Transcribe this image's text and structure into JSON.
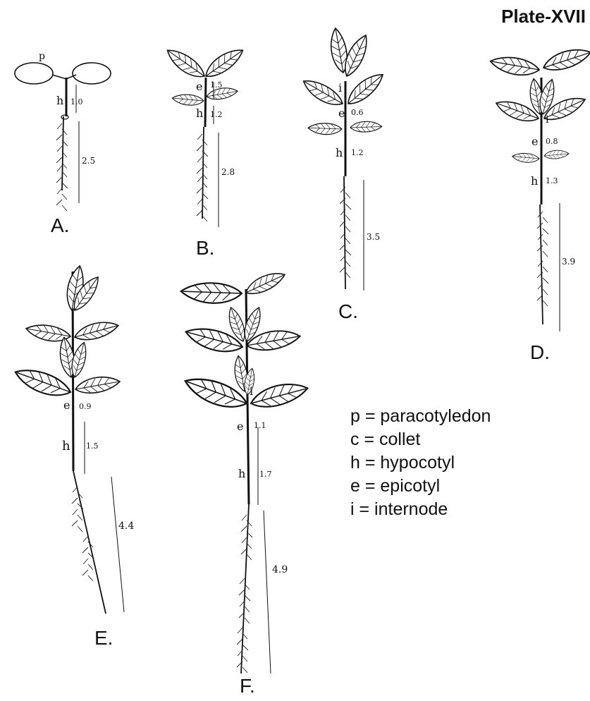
{
  "plate": {
    "title": "Plate-XVII",
    "seedlings": [
      {
        "label": "A.",
        "markers": [
          "p",
          "h"
        ],
        "measurements": [
          "1.0",
          "2.5"
        ]
      },
      {
        "label": "B.",
        "markers": [
          "e",
          "h"
        ],
        "measurements": [
          "1.5",
          "1.2",
          "2.8"
        ]
      },
      {
        "label": "C.",
        "markers": [
          "i",
          "e",
          "h"
        ],
        "measurements": [
          "0.6",
          "1.2",
          "3.5"
        ]
      },
      {
        "label": "D.",
        "markers": [
          "i",
          "e",
          "h"
        ],
        "measurements": [
          "0.8",
          "1.3",
          "3.9"
        ]
      },
      {
        "label": "E.",
        "markers": [
          "e",
          "h"
        ],
        "measurements": [
          "0.9",
          "1.5",
          "4.4"
        ]
      },
      {
        "label": "F.",
        "markers": [
          "i",
          "e",
          "h"
        ],
        "measurements": [
          "1.1",
          "1.7",
          "4.9"
        ]
      }
    ],
    "legend": [
      "p = paracotyledon",
      "c = collet",
      "h = hypocotyl",
      "e = epicotyl",
      "i = internode"
    ]
  }
}
